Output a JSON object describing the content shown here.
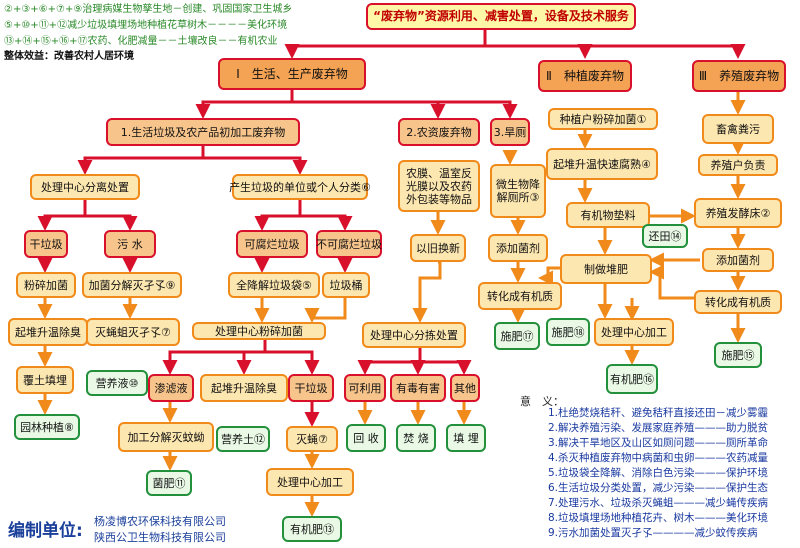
{
  "summary": [
    "②+③+⑥+⑦+⑨治理病媒生物孳生地－创建、巩固国家卫生城乡",
    "⑤+⑩+⑪+⑫减少垃圾填埋场地种植花草树木－－－－美化环境",
    "⑬+⑭+⑮+⑯+⑰农药、化肥减量－－土壤改良－－有机农业",
    "整体效益：改善农村人居环境"
  ],
  "nodes": {
    "root": "“废弃物”资源利用、减害处置，设备及技术服务",
    "cat1": "Ⅰ　生活、生产废弃物",
    "cat2": "Ⅱ　种植废弃物",
    "cat3": "Ⅲ　养殖废弃物",
    "s1": "1.生活垃圾及农产品初加工废弃物",
    "s2": "2.农资废弃物",
    "s3": "3.旱厕",
    "center_sort": "处理中心分离处置",
    "producer_sort": "产生垃圾的单位或个人分类⑥",
    "dry": "干垃圾",
    "wet": "污 水",
    "perishable": "可腐烂垃圾",
    "nonperishable": "不可腐烂垃圾",
    "crush_bac": "粉碎加菌",
    "add_bac_wet": "加菌分解灭孑孓⑨",
    "degradable_bag": "全降解垃圾袋⑤",
    "garbage_bin": "垃圾桶",
    "heap_odor": "起堆升温除臭",
    "fly_kill": "灭蝇蛆灭孑孓⑦",
    "cover_fill": "覆土填埋",
    "nutrient_liq": "营养液⑩",
    "garden_plant": "园林种植⑧",
    "center_crush": "处理中心粉碎加菌",
    "filtrate": "渗滤液",
    "heap2": "起堆升温除臭",
    "dry2": "干垃圾",
    "process_mosq": "加工分解灭蚊蚴",
    "nutrient_soil": "营养土⑫",
    "fly_kill2": "灭蝇⑦",
    "bac_fert": "菌肥⑪",
    "center_proc": "处理中心加工",
    "organic_fert13": "有机肥⑬",
    "ag_material": "农膜、温室反光膜以及农药外包装等物品",
    "exchange": "以旧换新",
    "center_sort2": "处理中心分拣处置",
    "recyclable": "可利用",
    "toxic": "有毒有害",
    "other": "其他",
    "recycle": "回 收",
    "burn": "焚 烧",
    "landfill": "填 埋",
    "toilet": "微生物降解厕所③",
    "add_bac3": "添加菌剂",
    "to_organic": "转化成有机质",
    "bac_fert17": "施肥⑰",
    "crush_grower": "种植户粉碎加菌①",
    "heap_rot": "起堆升温快速腐熟④",
    "organic_mat": "有机物垫料",
    "return_field": "还田⑭",
    "make_heap": "制做堆肥",
    "bac_fert18": "施肥⑱",
    "center_proc2": "处理中心加工",
    "organic_fert16": "有机肥⑯",
    "livestock": "畜禽粪污",
    "breeder": "养殖户负责",
    "ferment_bed": "养殖发酵床②",
    "add_bac4": "添加菌剂",
    "to_organic2": "转化成有机质",
    "bac_fert15": "施肥⑮"
  },
  "meaning": {
    "title": "意　义：",
    "items": [
      "1.杜绝焚烧秸秆、避免秸秆直接还田－减少雾霾",
      "2.解决养殖污染、发展家庭养殖———助力脱贫",
      "3.解决干旱地区及山区如厕问题———厕所革命",
      "4.杀灭种植废弃物中病菌和虫卵———农药减量",
      "5.垃圾袋全降解、消除白色污染———保护环境",
      "6.生活垃圾分类处置，减少污染———保护生态",
      "7.处理污水、垃圾杀灭蝇蛆———减少蝇传疾病",
      "8.垃圾填埋场地种植花卉、树木———美化环境",
      "9.污水加菌处置灭孑孓————减少蚊传疾病"
    ]
  },
  "compiler": {
    "label": "编制单位:",
    "units": [
      "杨凌博农环保科技有限公司",
      "陕西公卫生物科技有限公司"
    ]
  },
  "colors": {
    "red": "#d8102c",
    "orange": "#f08a1a",
    "green": "#23913c",
    "tier1_fill": "#f4a253"
  }
}
